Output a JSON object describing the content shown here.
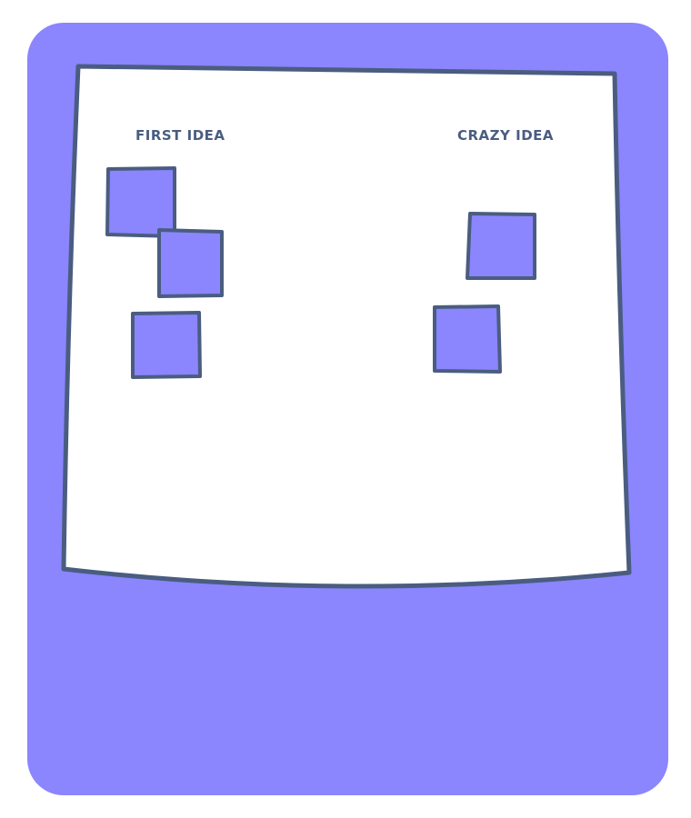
{
  "colors": {
    "background": "#8b85fe",
    "board": "#ffffff",
    "outline": "#4a5d80",
    "sticky": "#8b85fe",
    "label_text": "#4a5d80"
  },
  "board": {
    "columns": [
      {
        "label": "FIRST IDEA",
        "sticky_count": 3
      },
      {
        "label": "CRAZY IDEA",
        "sticky_count": 2
      }
    ]
  }
}
